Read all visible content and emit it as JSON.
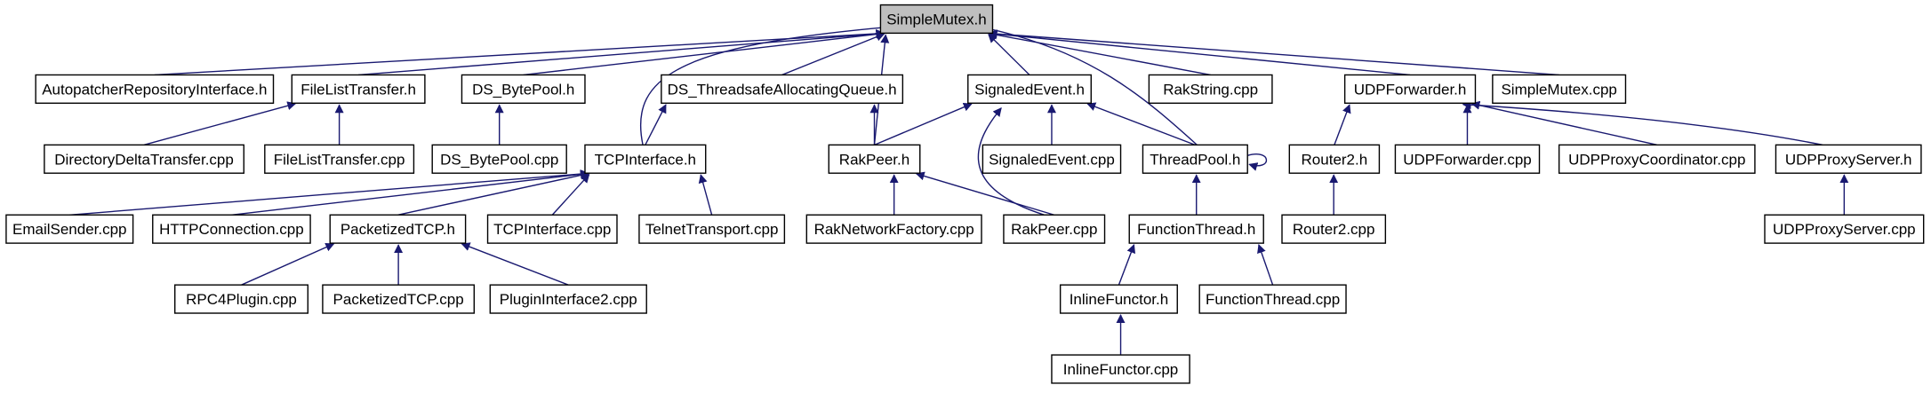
{
  "colors": {
    "edge": "#191970",
    "root_fill": "#bfbfbf",
    "node_fill": "#ffffff",
    "node_border": "#000000"
  },
  "nodes": {
    "simplemutex_h": "SimpleMutex.h",
    "autopatcher_h": "AutopatcherRepositoryInterface.h",
    "filelisttransfer_h": "FileListTransfer.h",
    "ds_bytepool_h": "DS_BytePool.h",
    "ds_tsaq_h": "DS_ThreadsafeAllocatingQueue.h",
    "signaledevent_h": "SignaledEvent.h",
    "rakstring_cpp": "RakString.cpp",
    "udpforwarder_h": "UDPForwarder.h",
    "simplemutex_cpp": "SimpleMutex.cpp",
    "dirdelta_cpp": "DirectoryDeltaTransfer.cpp",
    "filelisttransfer_cpp": "FileListTransfer.cpp",
    "ds_bytepool_cpp": "DS_BytePool.cpp",
    "tcpinterface_h": "TCPInterface.h",
    "rakpeer_h": "RakPeer.h",
    "signaledevent_cpp": "SignaledEvent.cpp",
    "threadpool_h": "ThreadPool.h",
    "router2_h": "Router2.h",
    "udpforwarder_cpp": "UDPForwarder.cpp",
    "udpproxycoord_cpp": "UDPProxyCoordinator.cpp",
    "udpproxyserver_h": "UDPProxyServer.h",
    "emailsender_cpp": "EmailSender.cpp",
    "httpconnection_cpp": "HTTPConnection.cpp",
    "packetizedtcp_h": "PacketizedTCP.h",
    "tcpinterface_cpp": "TCPInterface.cpp",
    "telnettransport_cpp": "TelnetTransport.cpp",
    "raknetworkfactory_cpp": "RakNetworkFactory.cpp",
    "rakpeer_cpp": "RakPeer.cpp",
    "functionthread_h": "FunctionThread.h",
    "router2_cpp": "Router2.cpp",
    "udpproxyserver_cpp": "UDPProxyServer.cpp",
    "rpc4plugin_cpp": "RPC4Plugin.cpp",
    "packetizedtcp_cpp": "PacketizedTCP.cpp",
    "plugininterface2_cpp": "PluginInterface2.cpp",
    "inlinefunctor_h": "InlineFunctor.h",
    "functionthread_cpp": "FunctionThread.cpp",
    "inlinefunctor_cpp": "InlineFunctor.cpp"
  },
  "edges": [
    [
      "autopatcher_h",
      "simplemutex_h"
    ],
    [
      "filelisttransfer_h",
      "simplemutex_h"
    ],
    [
      "ds_bytepool_h",
      "simplemutex_h"
    ],
    [
      "ds_tsaq_h",
      "simplemutex_h"
    ],
    [
      "tcpinterface_h",
      "simplemutex_h"
    ],
    [
      "rakpeer_h",
      "simplemutex_h"
    ],
    [
      "signaledevent_h",
      "simplemutex_h"
    ],
    [
      "threadpool_h",
      "simplemutex_h"
    ],
    [
      "rakstring_cpp",
      "simplemutex_h"
    ],
    [
      "udpforwarder_h",
      "simplemutex_h"
    ],
    [
      "simplemutex_cpp",
      "simplemutex_h"
    ],
    [
      "dirdelta_cpp",
      "filelisttransfer_h"
    ],
    [
      "filelisttransfer_cpp",
      "filelisttransfer_h"
    ],
    [
      "ds_bytepool_cpp",
      "ds_bytepool_h"
    ],
    [
      "tcpinterface_h",
      "ds_tsaq_h"
    ],
    [
      "rakpeer_h",
      "ds_tsaq_h"
    ],
    [
      "rakpeer_h",
      "signaledevent_h"
    ],
    [
      "signaledevent_cpp",
      "signaledevent_h"
    ],
    [
      "threadpool_h",
      "signaledevent_h"
    ],
    [
      "rakpeer_cpp",
      "signaledevent_h"
    ],
    [
      "threadpool_h",
      "threadpool_h"
    ],
    [
      "router2_h",
      "udpforwarder_h"
    ],
    [
      "udpforwarder_cpp",
      "udpforwarder_h"
    ],
    [
      "udpproxycoord_cpp",
      "udpforwarder_h"
    ],
    [
      "udpproxyserver_h",
      "udpforwarder_h"
    ],
    [
      "emailsender_cpp",
      "tcpinterface_h"
    ],
    [
      "httpconnection_cpp",
      "tcpinterface_h"
    ],
    [
      "packetizedtcp_h",
      "tcpinterface_h"
    ],
    [
      "tcpinterface_cpp",
      "tcpinterface_h"
    ],
    [
      "telnettransport_cpp",
      "tcpinterface_h"
    ],
    [
      "raknetworkfactory_cpp",
      "rakpeer_h"
    ],
    [
      "rakpeer_cpp",
      "rakpeer_h"
    ],
    [
      "functionthread_h",
      "threadpool_h"
    ],
    [
      "router2_cpp",
      "router2_h"
    ],
    [
      "udpproxyserver_cpp",
      "udpproxyserver_h"
    ],
    [
      "rpc4plugin_cpp",
      "packetizedtcp_h"
    ],
    [
      "packetizedtcp_cpp",
      "packetizedtcp_h"
    ],
    [
      "plugininterface2_cpp",
      "packetizedtcp_h"
    ],
    [
      "inlinefunctor_h",
      "functionthread_h"
    ],
    [
      "functionthread_cpp",
      "functionthread_h"
    ],
    [
      "inlinefunctor_cpp",
      "inlinefunctor_h"
    ]
  ]
}
